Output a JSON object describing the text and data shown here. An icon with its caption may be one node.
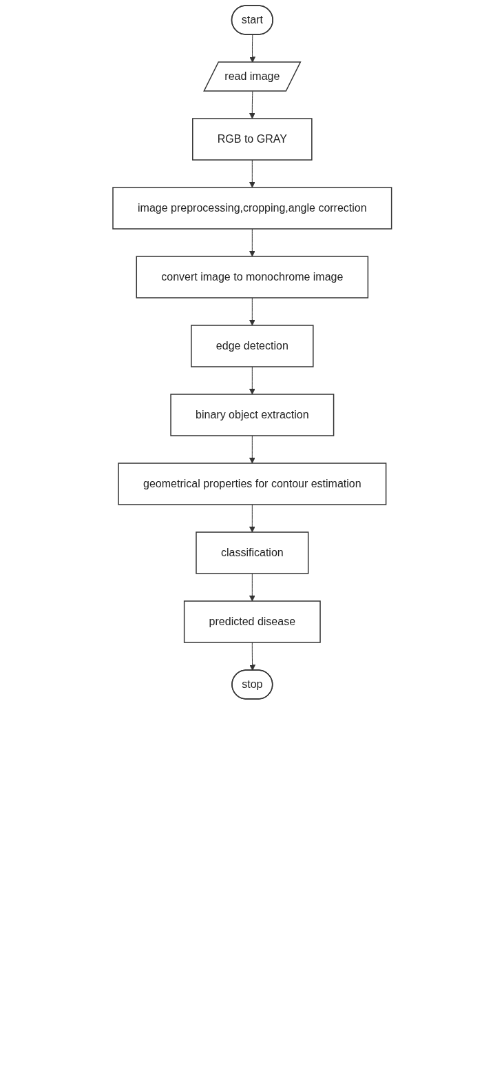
{
  "diagram": {
    "nodes": [
      {
        "text": [
          "start"
        ]
      },
      {
        "text": [
          "read image"
        ]
      },
      {
        "text": [
          "RGB to GRAY"
        ]
      },
      {
        "text": [
          "image preprocessing,cropping,angle correction"
        ]
      },
      {
        "text": [
          "convert image to monochrome image"
        ]
      },
      {
        "text": [
          "edge detection"
        ]
      },
      {
        "text": [
          "binary object extraction"
        ]
      },
      {
        "text": [
          "geometrical properties for contour estimation"
        ]
      },
      {
        "text": [
          "classification"
        ]
      },
      {
        "text": [
          "predicted disease"
        ]
      },
      {
        "text": [
          "stop"
        ]
      }
    ],
    "edges": [
      {
        "from": 0,
        "to": 1,
        "arrow": "to"
      },
      {
        "from": 1,
        "to": 2,
        "arrow": "to"
      },
      {
        "from": 2,
        "to": 3,
        "arrow": "to"
      },
      {
        "from": 3,
        "to": 4,
        "arrow": "to"
      },
      {
        "from": 4,
        "to": 5,
        "arrow": "to"
      },
      {
        "from": 5,
        "to": 6,
        "arrow": "to"
      },
      {
        "from": 6,
        "to": 7,
        "arrow": "to"
      },
      {
        "from": 7,
        "to": 8,
        "arrow": "to"
      },
      {
        "from": 8,
        "to": 9,
        "arrow": "to"
      },
      {
        "from": 9,
        "to": 10,
        "arrow": "to"
      }
    ]
  }
}
